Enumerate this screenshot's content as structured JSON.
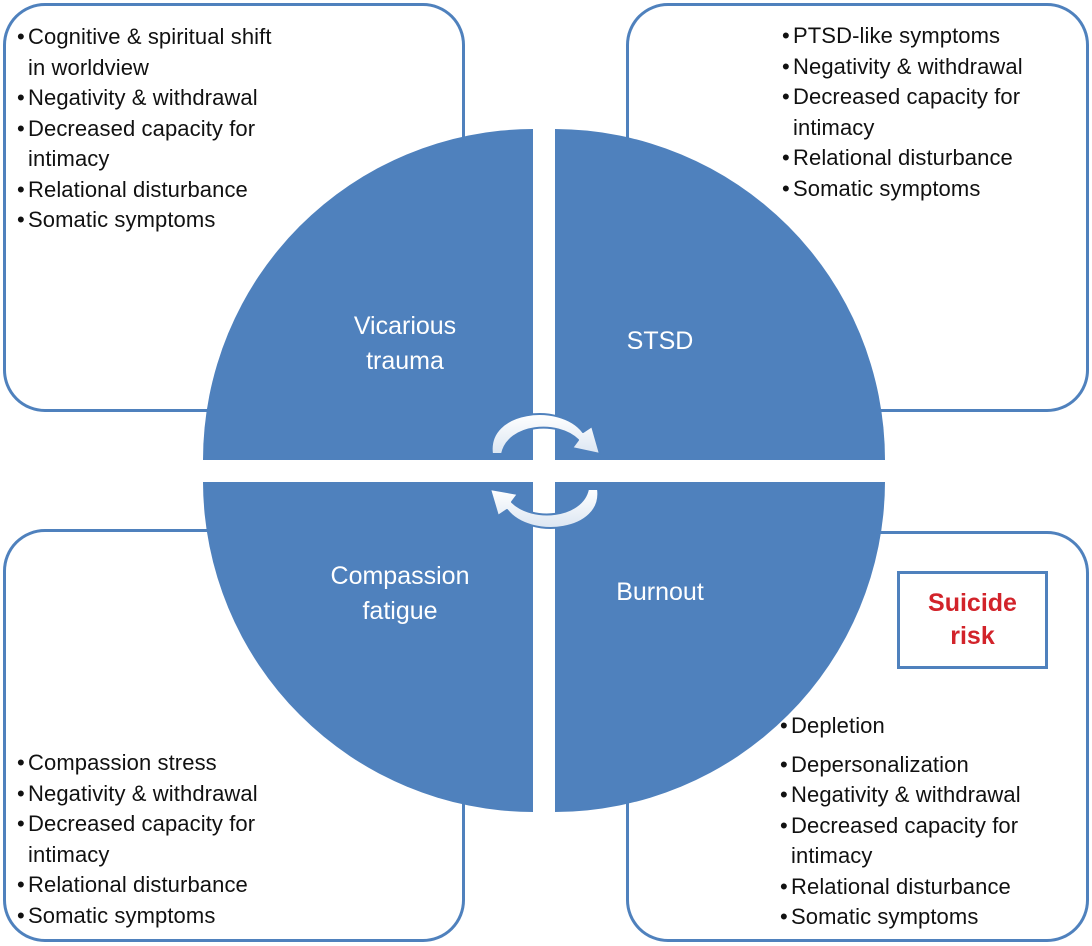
{
  "colors": {
    "quadrant_fill": "#4f81bd",
    "panel_border": "#4f81bd",
    "alert_text": "#d2232a",
    "arrow_fill": "#dce6f2"
  },
  "quadrants": {
    "top_left": {
      "label_lines": [
        "Vicarious",
        "trauma"
      ]
    },
    "top_right": {
      "label_lines": [
        "STSD"
      ]
    },
    "bottom_left": {
      "label_lines": [
        "Compassion",
        "fatigue"
      ]
    },
    "bottom_right": {
      "label_lines": [
        "Burnout"
      ]
    }
  },
  "panels": {
    "top_left": {
      "items": [
        [
          "Cognitive & spiritual shift",
          "in worldview"
        ],
        [
          "Negativity & withdrawal"
        ],
        [
          "Decreased capacity for",
          "intimacy"
        ],
        [
          "Relational disturbance"
        ],
        [
          "Somatic symptoms"
        ]
      ]
    },
    "top_right": {
      "items": [
        [
          "PTSD-like symptoms"
        ],
        [
          "Negativity & withdrawal"
        ],
        [
          "Decreased capacity for",
          "intimacy"
        ],
        [
          "Relational disturbance"
        ],
        [
          "Somatic symptoms"
        ]
      ]
    },
    "bottom_left": {
      "items": [
        [
          "Compassion stress"
        ],
        [
          "Negativity & withdrawal"
        ],
        [
          "Decreased capacity for",
          "intimacy"
        ],
        [
          "Relational disturbance"
        ],
        [
          "Somatic symptoms"
        ]
      ]
    },
    "bottom_right": {
      "items": [
        [
          "Depletion"
        ],
        [
          "Depersonalization"
        ],
        [
          "Negativity & withdrawal"
        ],
        [
          "Decreased capacity for",
          "intimacy"
        ],
        [
          "Relational disturbance"
        ],
        [
          "Somatic symptoms"
        ]
      ]
    }
  },
  "callout": {
    "lines": [
      "Suicide",
      "risk"
    ]
  },
  "icons": {
    "cycle_top": "curved-arrow-clockwise-icon",
    "cycle_bottom": "curved-arrow-counterclockwise-icon"
  }
}
